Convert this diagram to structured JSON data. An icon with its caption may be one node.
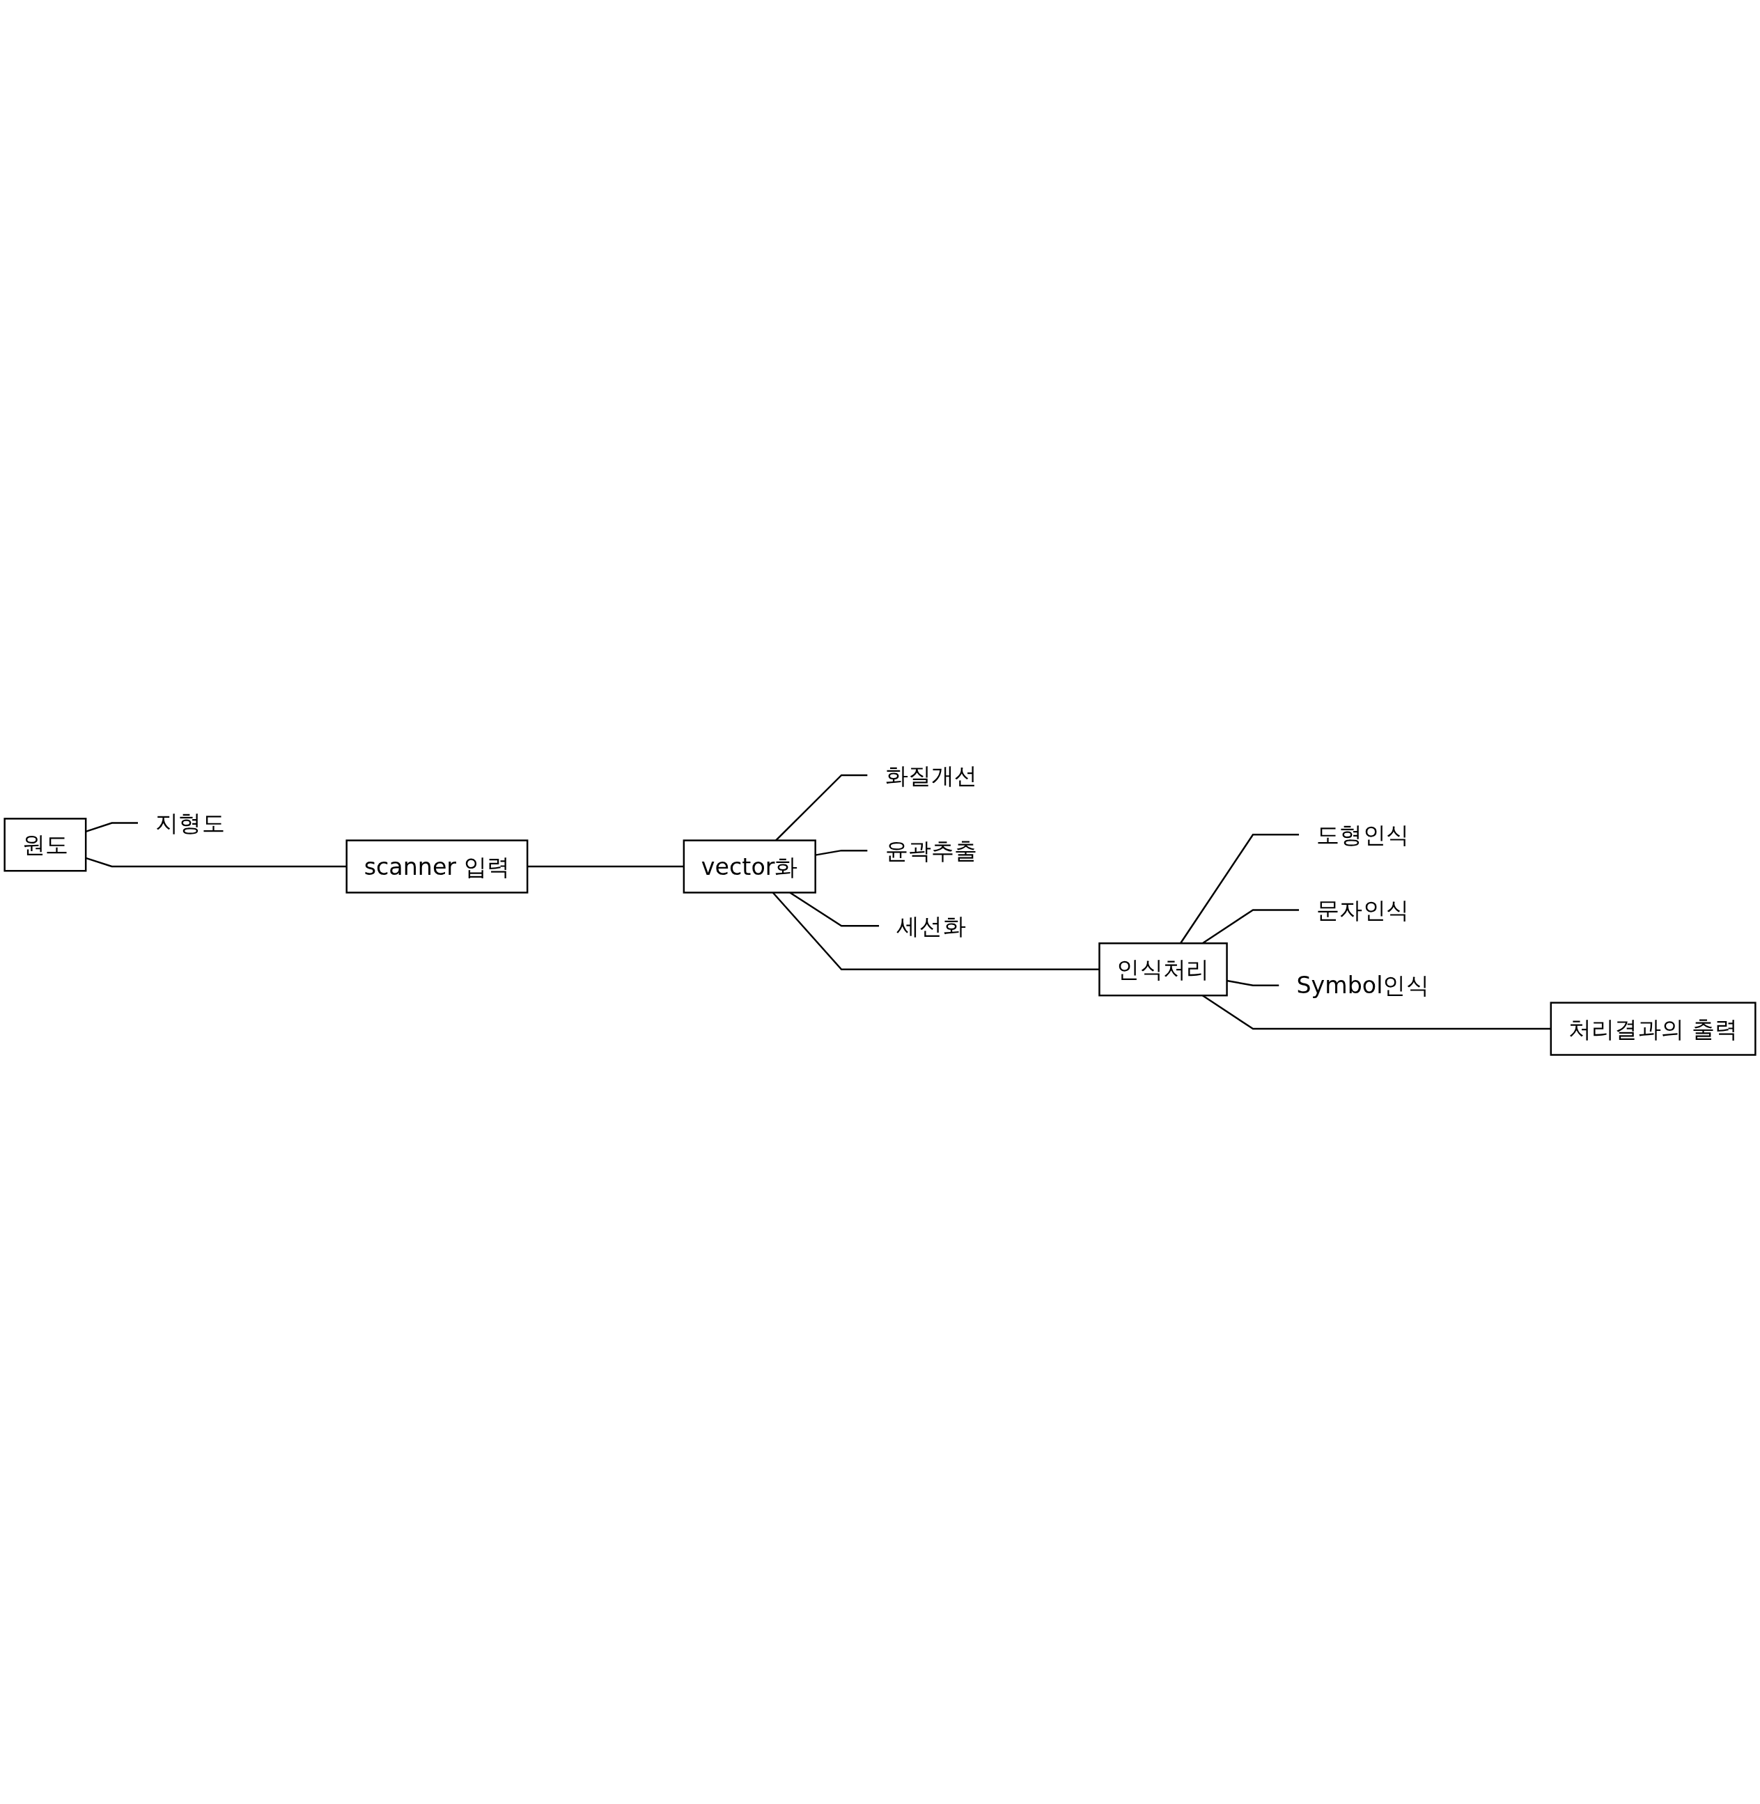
{
  "diagram": {
    "nodes": [
      {
        "text": [
          "원도"
        ]
      },
      {
        "text": [
          "지형도"
        ]
      },
      {
        "text": [
          "scanner 입력"
        ]
      },
      {
        "text": [
          "vector화"
        ]
      },
      {
        "text": [
          "화질개선"
        ]
      },
      {
        "text": [
          "윤곽추출"
        ]
      },
      {
        "text": [
          "세선화"
        ]
      },
      {
        "text": [
          "인식처리"
        ]
      },
      {
        "text": [
          "도형인식"
        ]
      },
      {
        "text": [
          "문자인식"
        ]
      },
      {
        "text": [
          "Symbol인식"
        ]
      },
      {
        "text": [
          "처리결과의 출력"
        ]
      }
    ],
    "edges": [
      {
        "from": 0,
        "to": 1,
        "arrow": "none"
      },
      {
        "from": 0,
        "to": 2,
        "arrow": "none"
      },
      {
        "from": 2,
        "to": 3,
        "arrow": "none"
      },
      {
        "from": 3,
        "to": 4,
        "arrow": "none"
      },
      {
        "from": 3,
        "to": 5,
        "arrow": "none"
      },
      {
        "from": 3,
        "to": 6,
        "arrow": "none"
      },
      {
        "from": 3,
        "to": 7,
        "arrow": "none"
      },
      {
        "from": 7,
        "to": 8,
        "arrow": "none"
      },
      {
        "from": 7,
        "to": 9,
        "arrow": "none"
      },
      {
        "from": 7,
        "to": 10,
        "arrow": "none"
      },
      {
        "from": 7,
        "to": 11,
        "arrow": "none"
      }
    ]
  }
}
